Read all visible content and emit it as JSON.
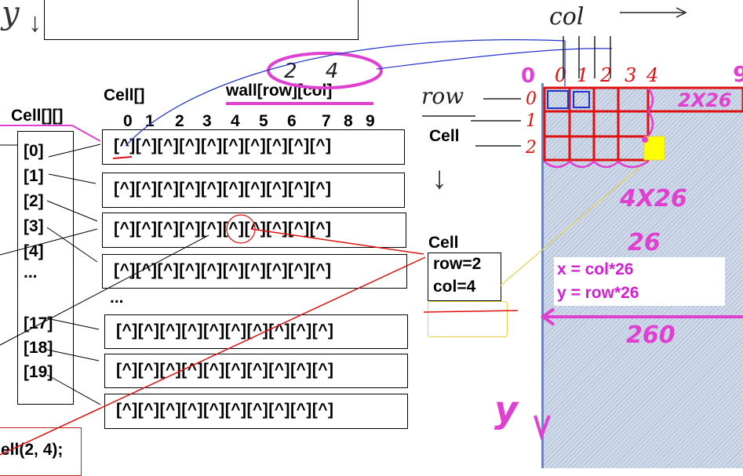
{
  "labels": {
    "cell_2d": "Cell[][]",
    "cell_1d": "Cell[]",
    "wall_expr": "wall[row][col]",
    "cell_title": "Cell",
    "cell_obj_title": "Cell",
    "ellipsis_rows": "...",
    "ellipsis_idx": "...",
    "ctor_call": "ell(2, 4);"
  },
  "column_indices": [
    "0",
    "1",
    "2",
    "3",
    "4",
    "5",
    "6",
    "7",
    "8",
    "9"
  ],
  "row_indices": [
    "[0]",
    "[1]",
    "[2]",
    "[3]",
    "[4]",
    "[17]",
    "[18]",
    "[19]"
  ],
  "row_arrays": [
    "[^][^][^][^][^][^][^][^][^][^]",
    "[^][^][^][^][^][^][^][^][^][^]",
    "[^][^][^][^][^][^][^][^][^][^]",
    "[^][^][^][^][^][^][^][^][^][^]",
    "[^][^][^][^][^][^][^][^][^][^]",
    "[^][^][^][^][^][^][^][^][^][^]",
    "[^][^][^][^][^][^][^][^][^][^]"
  ],
  "cell_object": {
    "row_line": "row=2",
    "col_line": "col=4"
  },
  "formulas": {
    "x": "x = col*26",
    "y": "y = row*26"
  },
  "annotations": {
    "circled_digits": "2 4",
    "col_word": "col",
    "row_word": "row",
    "y_top": "y",
    "y_bottom": "y",
    "grid_dims": "2X26",
    "cell_dims": "4X26",
    "cell_size": "26",
    "width_total": "260",
    "pink_zero": "0",
    "pink_nine": "9",
    "grid_col_nums": [
      "0",
      "1",
      "2",
      "3",
      "4"
    ],
    "grid_row_nums": [
      "0",
      "1",
      "2"
    ]
  },
  "colors": {
    "magenta": "#e040d0",
    "red": "#e01010",
    "blue": "#2233cc",
    "yellow": "#ffff00"
  }
}
